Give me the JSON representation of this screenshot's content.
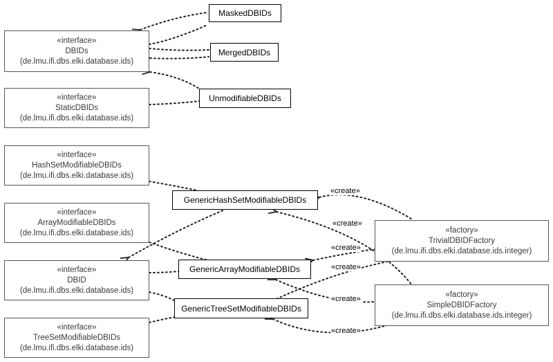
{
  "interfaces": {
    "dbids": {
      "stereotype": "«interface»",
      "name": "DBIDs",
      "package": "(de.lmu.ifi.dbs.elki.database.ids)"
    },
    "static_dbids": {
      "stereotype": "«interface»",
      "name": "StaticDBIDs",
      "package": "(de.lmu.ifi.dbs.elki.database.ids)"
    },
    "hashset": {
      "stereotype": "«interface»",
      "name": "HashSetModifiableDBIDs",
      "package": "(de.lmu.ifi.dbs.elki.database.ids)"
    },
    "array": {
      "stereotype": "«interface»",
      "name": "ArrayModifiableDBIDs",
      "package": "(de.lmu.ifi.dbs.elki.database.ids)"
    },
    "dbid": {
      "stereotype": "«interface»",
      "name": "DBID",
      "package": "(de.lmu.ifi.dbs.elki.database.ids)"
    },
    "treeset": {
      "stereotype": "«interface»",
      "name": "TreeSetModifiableDBIDs",
      "package": "(de.lmu.ifi.dbs.elki.database.ids)"
    }
  },
  "classes": {
    "masked": "MaskedDBIDs",
    "merged": "MergedDBIDs",
    "unmodifiable": "UnmodifiableDBIDs",
    "generic_hashset": "GenericHashSetModifiableDBIDs",
    "generic_array": "GenericArrayModifiableDBIDs",
    "generic_treeset": "GenericTreeSetModifiableDBIDs"
  },
  "factories": {
    "trivial": {
      "stereotype": "«factory»",
      "name": "TrivialDBIDFactory",
      "package": "(de.lmu.ifi.dbs.elki.database.ids.integer)"
    },
    "simple": {
      "stereotype": "«factory»",
      "name": "SimpleDBIDFactory",
      "package": "(de.lmu.ifi.dbs.elki.database.ids.integer)"
    }
  },
  "create_label": "«create»"
}
